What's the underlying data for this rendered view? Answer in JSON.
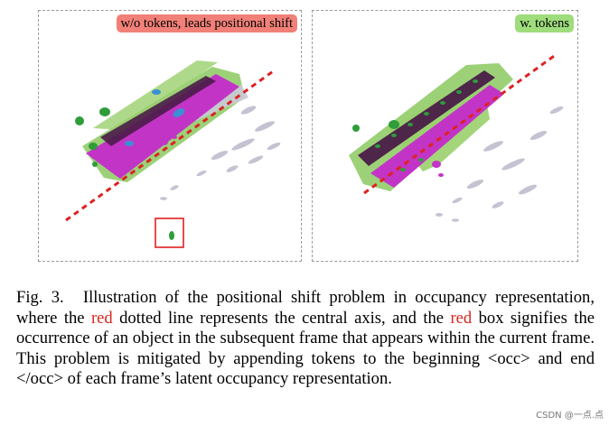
{
  "figure": {
    "left_panel": {
      "label": "w/o tokens, leads positional shift"
    },
    "right_panel": {
      "label": "w. tokens"
    },
    "colors": {
      "road": "#cc33cc",
      "vegetation": "#7cc24a",
      "lane": "#4a1a46",
      "terrain": "#b8b8c8",
      "axis_line": "#dd2222",
      "red_box": "#e02020",
      "vehicle": "#2e9d3a"
    }
  },
  "caption": {
    "prefix": "Fig. 3.",
    "part1": "Illustration of the positional shift problem in occupancy representation, where the",
    "red1": "red",
    "part2": "dotted line represents the central axis, and the",
    "red2": "red",
    "part3": "box signifies the occurrence of an object in the subsequent frame that appears within the current frame. This problem is mitigated by appending tokens to the beginning <occ> and end </occ> of each frame’s latent occupancy representation."
  },
  "watermark": "CSDN @一点.点"
}
